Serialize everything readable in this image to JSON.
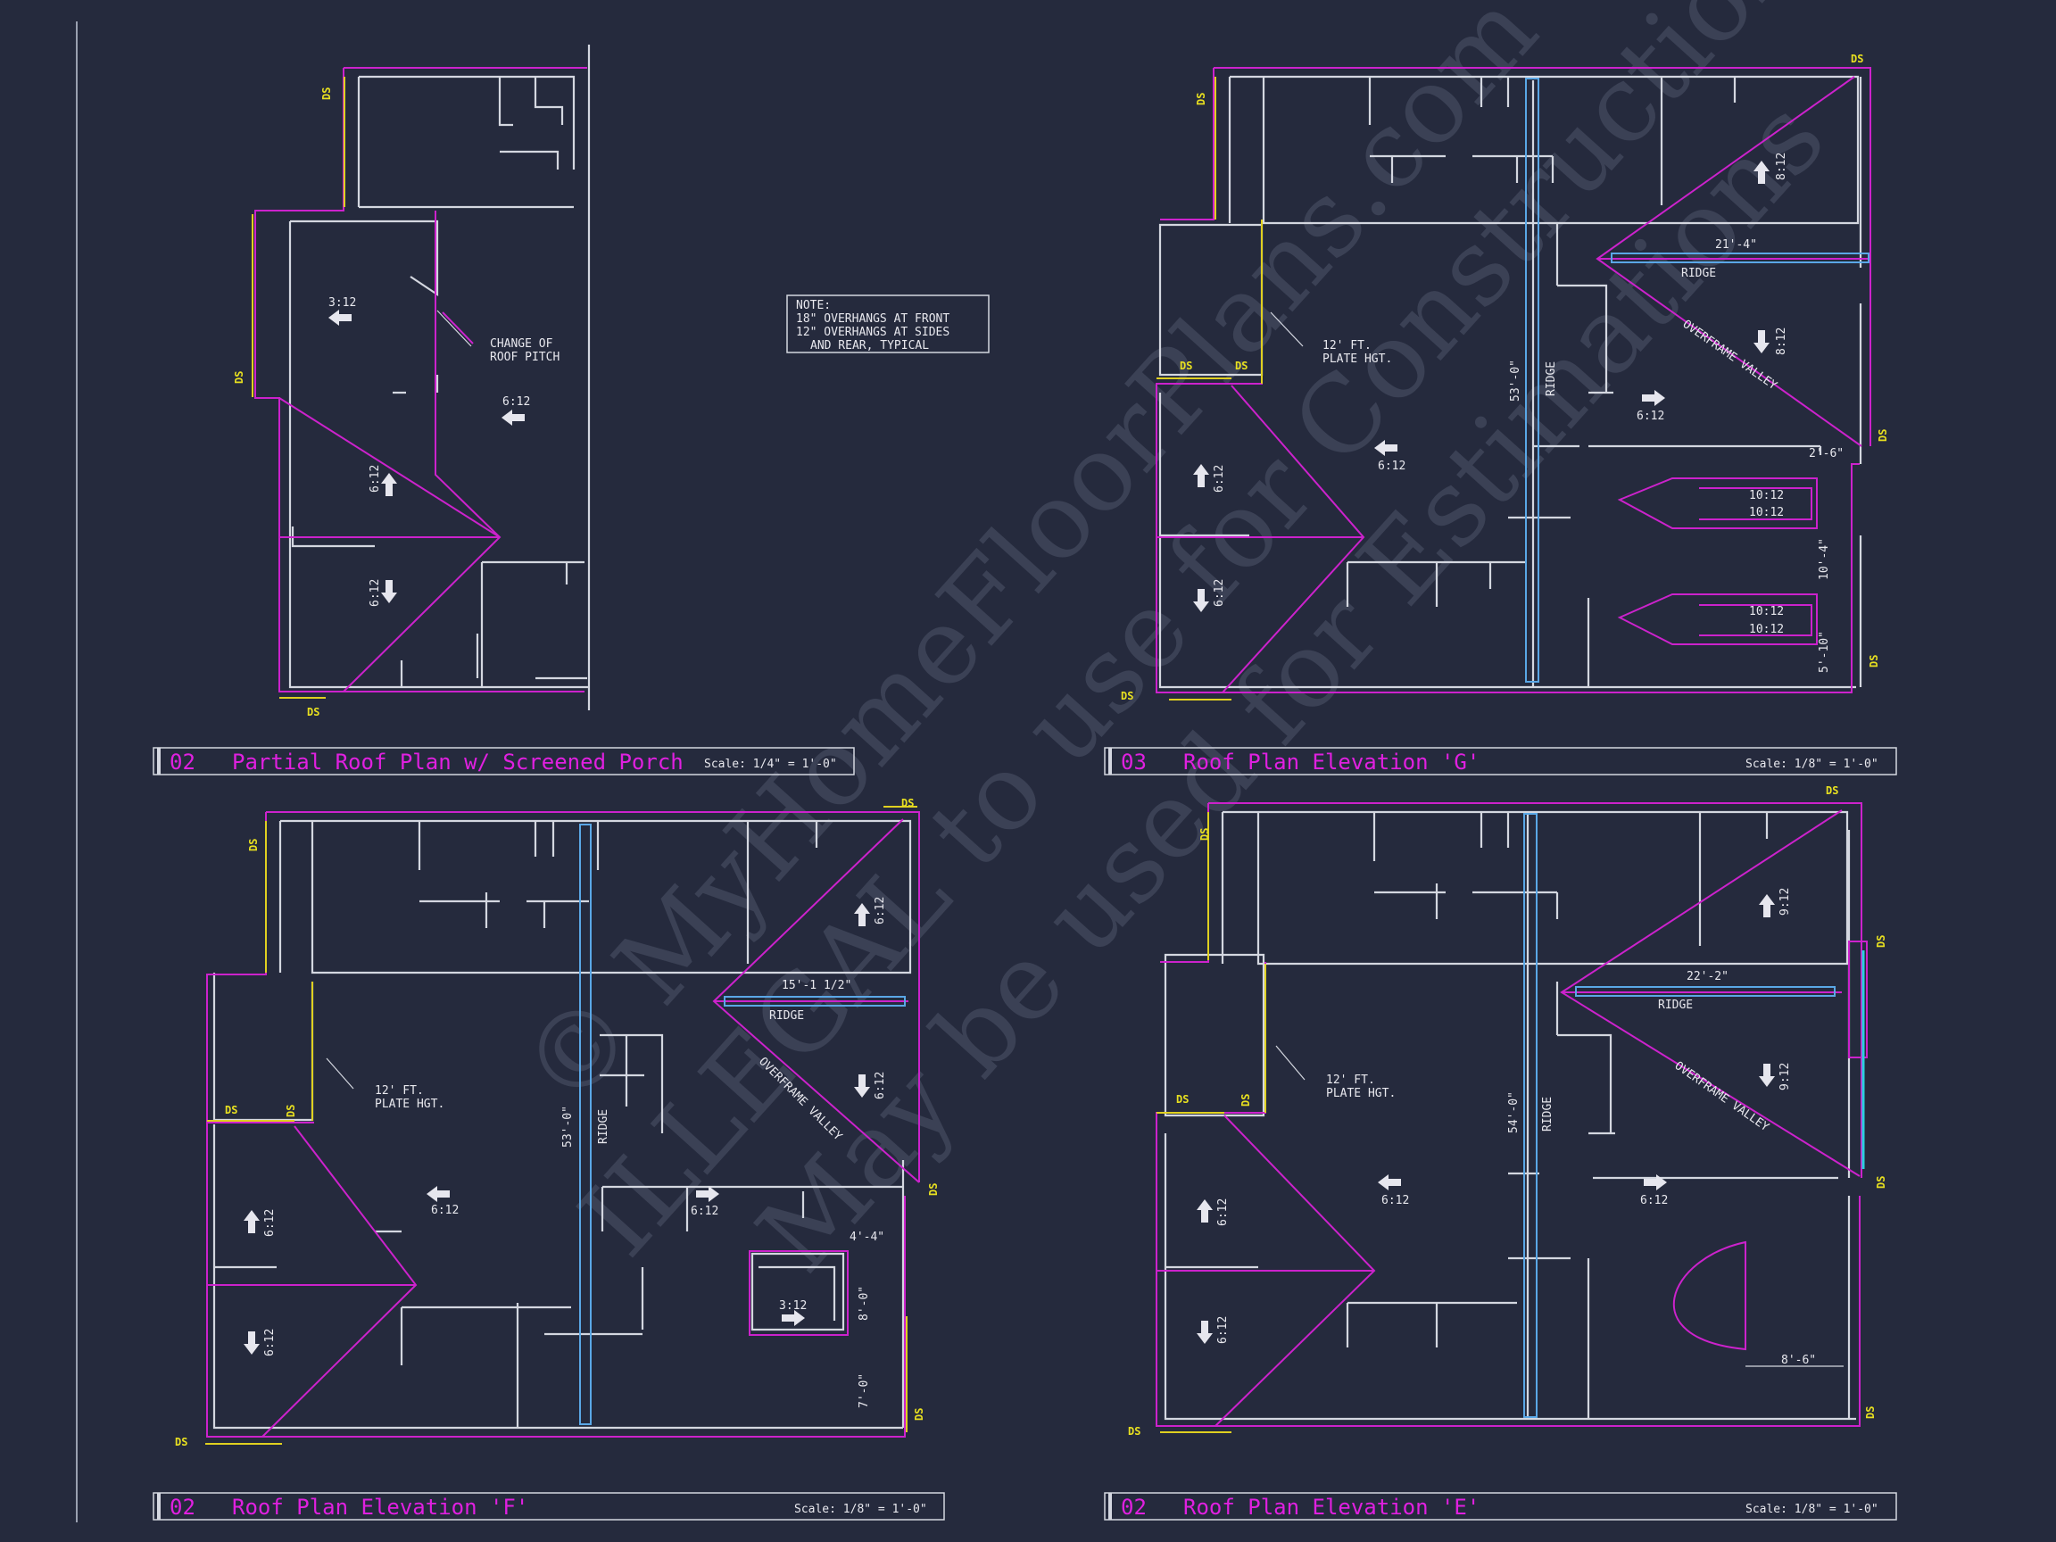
{
  "watermark": {
    "line1": "© MyHomeFloorPlans.com",
    "line2": "ILLEGAL to use for Construction",
    "line3": "May be used for Estimations"
  },
  "note": {
    "heading": "NOTE:",
    "line1": "18\" OVERHANGS AT FRONT",
    "line2": "12\" OVERHANGS AT SIDES",
    "line3": "AND REAR, TYPICAL"
  },
  "plans": {
    "porch": {
      "number": "02",
      "title": "Partial Roof Plan w/ Screened Porch",
      "scale": "Scale: 1/4\" = 1'-0\"",
      "change_note_1": "CHANGE OF",
      "change_note_2": "ROOF PITCH",
      "pitch_a": "3:12",
      "pitch_b": "6:12",
      "pitch_c": "6:12",
      "pitch_d": "6:12"
    },
    "g": {
      "number": "03",
      "title": "Roof Plan Elevation 'G'",
      "scale": "Scale: 1/8\" = 1'-0\"",
      "plate_1": "12' FT.",
      "plate_2": "PLATE HGT.",
      "ridge_len": "21'-4\"",
      "ridge": "RIDGE",
      "vert_ridge": "RIDGE",
      "overall": "53'-0\"",
      "valley": "OVERFRAME VALLEY",
      "dim_a": "2'-6\"",
      "dim_b": "10'-4\"",
      "dim_c": "5'-10\"",
      "pitch_1012": "10:12",
      "pitch_612": "6:12",
      "pitch_812": "8:12"
    },
    "f": {
      "number": "02",
      "title": "Roof Plan Elevation 'F'",
      "scale": "Scale: 1/8\" = 1'-0\"",
      "plate_1": "12' FT.",
      "plate_2": "PLATE HGT.",
      "ridge_len": "15'-1 1/2\"",
      "ridge": "RIDGE",
      "vert_ridge": "RIDGE",
      "overall": "53'-0\"",
      "valley": "OVERFRAME VALLEY",
      "dim_a": "4'-4\"",
      "dim_b": "8'-0\"",
      "dim_c": "7'-0\"",
      "pitch_312": "3:12",
      "pitch_612": "6:12"
    },
    "e": {
      "number": "02",
      "title": "Roof Plan Elevation 'E'",
      "scale": "Scale: 1/8\" = 1'-0\"",
      "plate_1": "12' FT.",
      "plate_2": "PLATE HGT.",
      "ridge_len": "22'-2\"",
      "ridge": "RIDGE",
      "vert_ridge": "RIDGE",
      "overall": "54'-0\"",
      "valley": "OVERFRAME VALLEY",
      "dim_a": "8'-6\"",
      "pitch_912": "9:12",
      "pitch_612": "6:12"
    }
  },
  "downspout": "DS",
  "colors": {
    "background": "#252a3d",
    "walls": "#d4d7e0",
    "roof_lines": "#cc22cc",
    "ridge": "#5aa7e6",
    "downspout": "#e0d020",
    "title": "#e020e0"
  }
}
